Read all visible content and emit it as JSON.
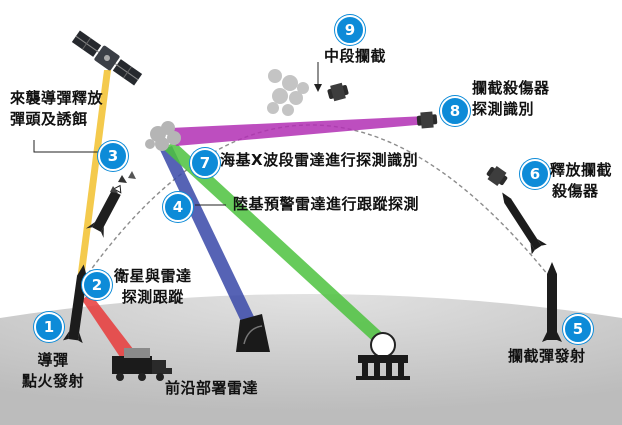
{
  "colors": {
    "badge": "#0d8bd8",
    "trajectory": "#8c8c8c",
    "satellite_beam": "#f2c12e",
    "forward_radar_beam": "#e83a3a",
    "ground_radar_beam": "#3848a8",
    "sea_x_radar_beam": "#4cc23e",
    "kill_vehicle_beam": "#b12fb4",
    "ground": "#c9c9c9"
  },
  "steps": [
    {
      "num": "1",
      "label_lines": [
        "導彈",
        "點火發射"
      ]
    },
    {
      "num": "2",
      "label_lines": [
        "衛星與雷達",
        "探測跟蹤"
      ]
    },
    {
      "num": "3",
      "label_lines": [
        "來襲導彈釋放",
        "彈頭及誘餌"
      ]
    },
    {
      "num": "4",
      "label_lines": [
        "陸基預警雷達進行跟蹤探測"
      ]
    },
    {
      "num": "5",
      "label_lines": [
        "攔截彈發射"
      ]
    },
    {
      "num": "6",
      "label_lines": [
        "釋放攔截",
        "殺傷器"
      ]
    },
    {
      "num": "7",
      "label_lines": [
        "海基X波段雷達進行探測識別"
      ]
    },
    {
      "num": "8",
      "label_lines": [
        "攔截殺傷器",
        "探測識別"
      ]
    },
    {
      "num": "9",
      "label_lines": [
        "中段攔截"
      ]
    }
  ],
  "forward_radar_label": "前沿部署雷達"
}
